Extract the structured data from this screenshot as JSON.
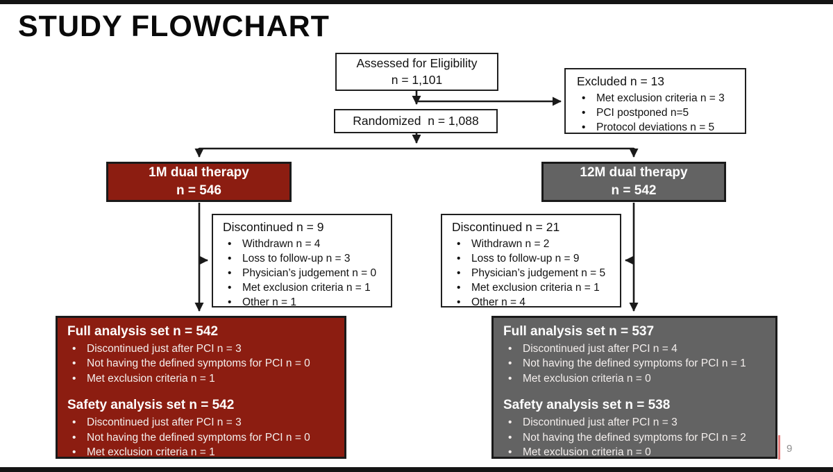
{
  "page": {
    "title": "STUDY FLOWCHART",
    "page_number": "9",
    "colors": {
      "arm_left_fill": "#8C1D11",
      "arm_right_fill": "#636363",
      "connector": "#1a1a1a",
      "marker_line": "#E57D7D"
    }
  },
  "boxes": {
    "assessed": {
      "line1": "Assessed for Eligibility",
      "line2": "n = 1,101"
    },
    "randomized": {
      "text": "Randomized  n = 1,088"
    },
    "excluded": {
      "title": "Excluded n = 13",
      "items": [
        "Met exclusion criteria n = 3",
        "PCI postponed n=5",
        "Protocol deviations n = 5"
      ]
    },
    "arm_left": {
      "line1": "1M dual therapy",
      "line2": "n = 546"
    },
    "arm_right": {
      "line1": "12M dual therapy",
      "line2": "n = 542"
    },
    "discontinued_left": {
      "title": "Discontinued n = 9",
      "items": [
        "Withdrawn n = 4",
        "Loss to follow-up n = 3",
        "Physician’s judgement n = 0",
        "Met exclusion criteria n = 1",
        "Other n = 1"
      ]
    },
    "discontinued_right": {
      "title": "Discontinued n = 21",
      "items": [
        "Withdrawn n = 2",
        "Loss to follow-up n = 9",
        "Physician’s judgement n = 5",
        "Met exclusion criteria n = 1",
        "Other n = 4"
      ]
    },
    "analysis_left": {
      "full_title": "Full analysis set n = 542",
      "full_items": [
        "Discontinued just after PCI n = 3",
        "Not having the defined symptoms for PCI n = 0",
        "Met exclusion criteria n = 1"
      ],
      "safety_title": "Safety analysis set n = 542",
      "safety_items": [
        "Discontinued just after PCI n = 3",
        "Not having the defined symptoms for PCI n = 0",
        "Met exclusion criteria n = 1"
      ]
    },
    "analysis_right": {
      "full_title": "Full analysis set n = 537",
      "full_items": [
        "Discontinued just after PCI n = 4",
        "Not having the defined symptoms for PCI n = 1",
        "Met exclusion criteria n = 0"
      ],
      "safety_title": "Safety analysis set n = 538",
      "safety_items": [
        "Discontinued just after PCI n = 3",
        "Not having the defined symptoms for PCI n = 2",
        "Met exclusion criteria n = 0"
      ]
    }
  }
}
